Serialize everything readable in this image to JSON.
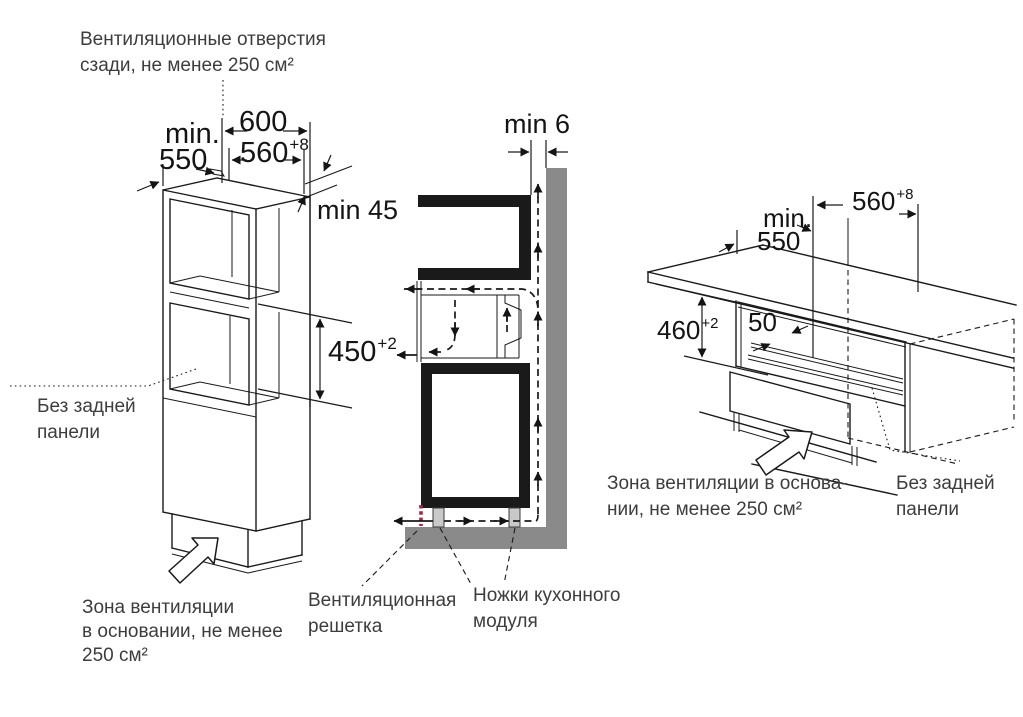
{
  "colors": {
    "wall_gray": "#8a8a8a",
    "grille_red": "#a22740",
    "line": "#1a1a1a",
    "annotation_text": "#3d3d3d",
    "leg_gray": "#c9c9c9"
  },
  "left_view": {
    "vent_back_note": {
      "line1": "Вентиляционные отверстия",
      "line2": "сзади, не менее 250 см²"
    },
    "no_back_panel_note": {
      "line1": "Без задней",
      "line2": "панели"
    },
    "base_vent_note": {
      "line1": "Зона вентиляции",
      "line2": "в основании, не менее",
      "line3": "250 см²"
    },
    "dims": {
      "depth_min_label": "min.",
      "depth_min_value": "550",
      "width": "600",
      "niche_width": "560",
      "niche_width_sup": "+8",
      "top_gap": "min 45",
      "niche_height": "450",
      "niche_height_sup": "+2"
    }
  },
  "section_view": {
    "dims": {
      "wall_gap": "min 6"
    },
    "grille_note": {
      "line1": "Вентиляционная",
      "line2": "решетка"
    },
    "legs_note": {
      "line1": "Ножки кухонного",
      "line2": "модуля"
    }
  },
  "right_view": {
    "dims": {
      "depth_min_label": "min.",
      "depth_min_value": "550",
      "niche_width": "560",
      "niche_width_sup": "+8",
      "niche_height": "460",
      "niche_height_sup": "+2",
      "rail_offset": "50"
    },
    "base_vent_note": {
      "line1": "Зона вентиляции в основа-",
      "line2": "нии, не менее 250 см²"
    },
    "no_back_panel_note": {
      "line1": "Без задней",
      "line2": "панели"
    }
  }
}
